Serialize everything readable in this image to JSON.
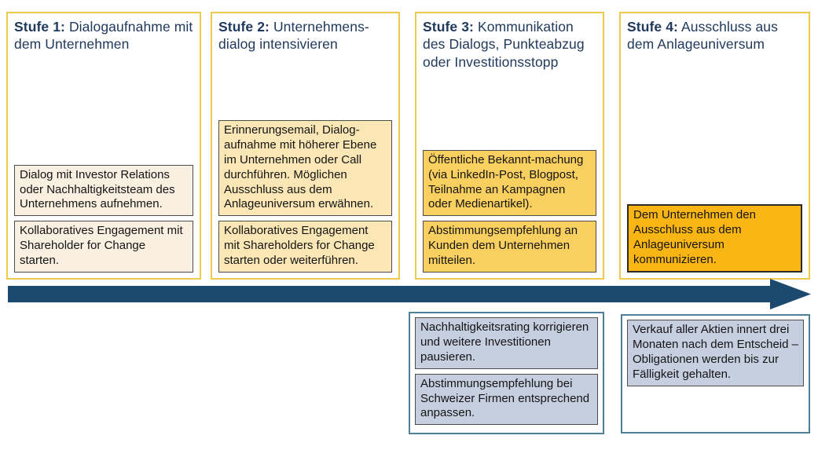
{
  "colors": {
    "stage_border": "#edc94c",
    "stage1_box_bg": "#faf0e1",
    "stage2_box_bg": "#fbe7b5",
    "stage3_box_bg": "#f9cf5f",
    "stage4_box_bg": "#f9b513",
    "followup_container_border": "#4e8198",
    "followup_box_bg": "#c6cfe0",
    "arrow": "#1c4a6e",
    "header_text": "#20395c"
  },
  "stages": [
    {
      "label": "Stufe 1:",
      "title": " Dialogaufnahme mit dem Unternehmen",
      "boxes": [
        "Dialog mit Investor Relations oder Nachhaltigkeitsteam des Unternehmens aufnehmen.",
        "Kollaboratives Engagement mit Shareholder for Change starten."
      ]
    },
    {
      "label": "Stufe 2:",
      "title": " Unternehmens-dialog intensivieren",
      "boxes": [
        "Erinnerungsemail, Dialog-aufnahme mit höherer Ebene im Unternehmen oder Call durchführen. Möglichen Ausschluss aus dem Anlageuniversum erwähnen.",
        "Kollaboratives Engagement mit Shareholders for Change starten oder weiterführen."
      ]
    },
    {
      "label": "Stufe 3:",
      "title": " Kommunikation des Dialogs, Punkteabzug oder Investitionsstopp",
      "boxes": [
        "Öffentliche Bekannt-machung (via LinkedIn-Post, Blogpost, Teilnahme an Kampagnen oder Medienartikel).",
        "Abstimmungsempfehlung an Kunden dem Unternehmen mitteilen."
      ]
    },
    {
      "label": "Stufe 4:",
      "title": " Ausschluss aus dem Anlageuniversum",
      "boxes": [
        "Dem Unternehmen den Ausschluss aus dem Anlageuniversum kommunizieren."
      ]
    }
  ],
  "followups": [
    {
      "boxes": [
        "Nachhaltigkeitsrating korrigieren und weitere Investitionen pausieren.",
        "Abstimmungsempfehlung bei Schweizer Firmen entsprechend anpassen."
      ]
    },
    {
      "boxes": [
        "Verkauf aller Aktien innert drei Monaten nach dem Entscheid – Obligationen werden bis zur Fälligkeit gehalten."
      ]
    }
  ]
}
